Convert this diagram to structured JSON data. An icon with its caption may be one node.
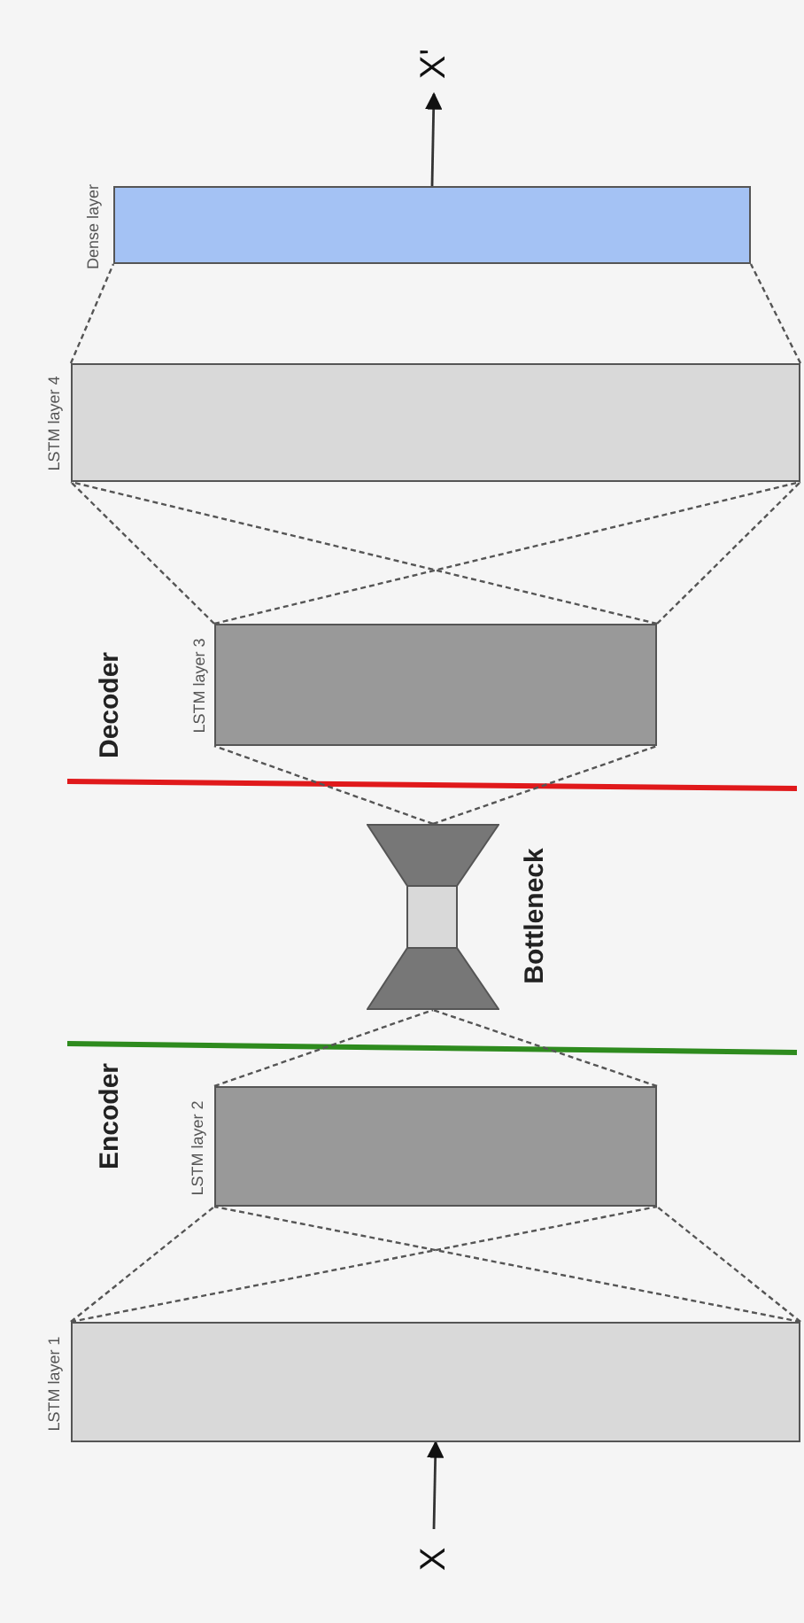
{
  "diagram": {
    "nodes": [
      {
        "text": [
          "X'"
        ]
      },
      {
        "text": [
          "Dense layer"
        ]
      },
      {
        "text": [
          "LSTM layer 4"
        ]
      },
      {
        "text": [
          "LSTM layer 3"
        ]
      },
      {
        "text": [
          "Bottleneck"
        ]
      },
      {
        "text": [
          "LSTM layer 2"
        ]
      },
      {
        "text": [
          "LSTM layer 1"
        ]
      },
      {
        "text": [
          "X"
        ]
      }
    ],
    "edges": [
      {
        "from": 7,
        "to": 6,
        "arrow": "to"
      },
      {
        "from": 6,
        "to": 5,
        "arrow": "none",
        "style": "dashed"
      },
      {
        "from": 6,
        "to": 5,
        "arrow": "none",
        "style": "dashed"
      },
      {
        "from": 6,
        "to": 5,
        "arrow": "none",
        "style": "dashed"
      },
      {
        "from": 6,
        "to": 5,
        "arrow": "none",
        "style": "dashed"
      },
      {
        "from": 5,
        "to": 4,
        "arrow": "none",
        "style": "dashed"
      },
      {
        "from": 5,
        "to": 4,
        "arrow": "none",
        "style": "dashed"
      },
      {
        "from": 4,
        "to": 3,
        "arrow": "none",
        "style": "dashed"
      },
      {
        "from": 4,
        "to": 3,
        "arrow": "none",
        "style": "dashed"
      },
      {
        "from": 3,
        "to": 2,
        "arrow": "none",
        "style": "dashed"
      },
      {
        "from": 3,
        "to": 2,
        "arrow": "none",
        "style": "dashed"
      },
      {
        "from": 3,
        "to": 2,
        "arrow": "none",
        "style": "dashed"
      },
      {
        "from": 3,
        "to": 2,
        "arrow": "none",
        "style": "dashed"
      },
      {
        "from": 2,
        "to": 1,
        "arrow": "none",
        "style": "dashed"
      },
      {
        "from": 2,
        "to": 1,
        "arrow": "none",
        "style": "dashed"
      },
      {
        "from": 1,
        "to": 0,
        "arrow": "to"
      }
    ],
    "labels": [
      "Decoder",
      "Encoder"
    ]
  }
}
